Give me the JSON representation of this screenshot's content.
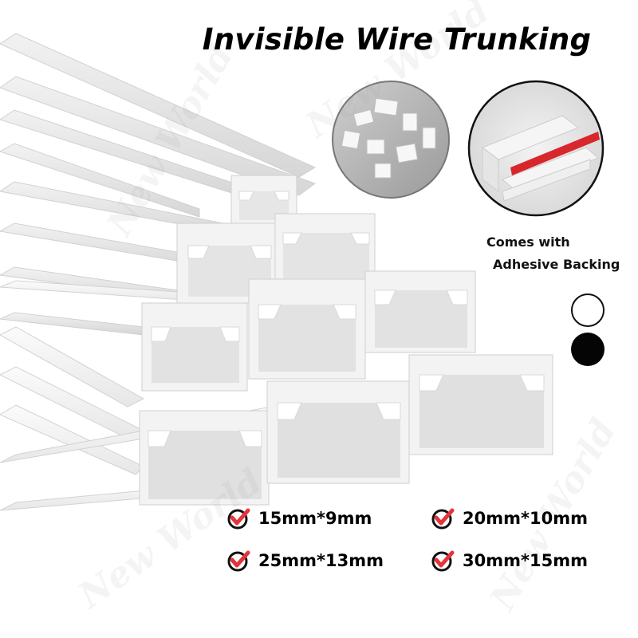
{
  "title": "Invisible Wire Trunking",
  "feature": {
    "line1": "Comes with",
    "line2": "Adhesive Backing"
  },
  "colors": {
    "swatches": [
      "#ffffff",
      "#000000"
    ],
    "check_accent": "#e3343c",
    "tape_red": "#d8262d"
  },
  "sizes": [
    {
      "label": "15mm*9mm"
    },
    {
      "label": "20mm*10mm"
    },
    {
      "label": "25mm*13mm"
    },
    {
      "label": "30mm*15mm"
    }
  ],
  "watermark": "New World",
  "icons": {
    "check": "checkbox-check-icon",
    "accessories": "trunking-accessories-icon",
    "adhesive": "adhesive-tape-icon"
  }
}
